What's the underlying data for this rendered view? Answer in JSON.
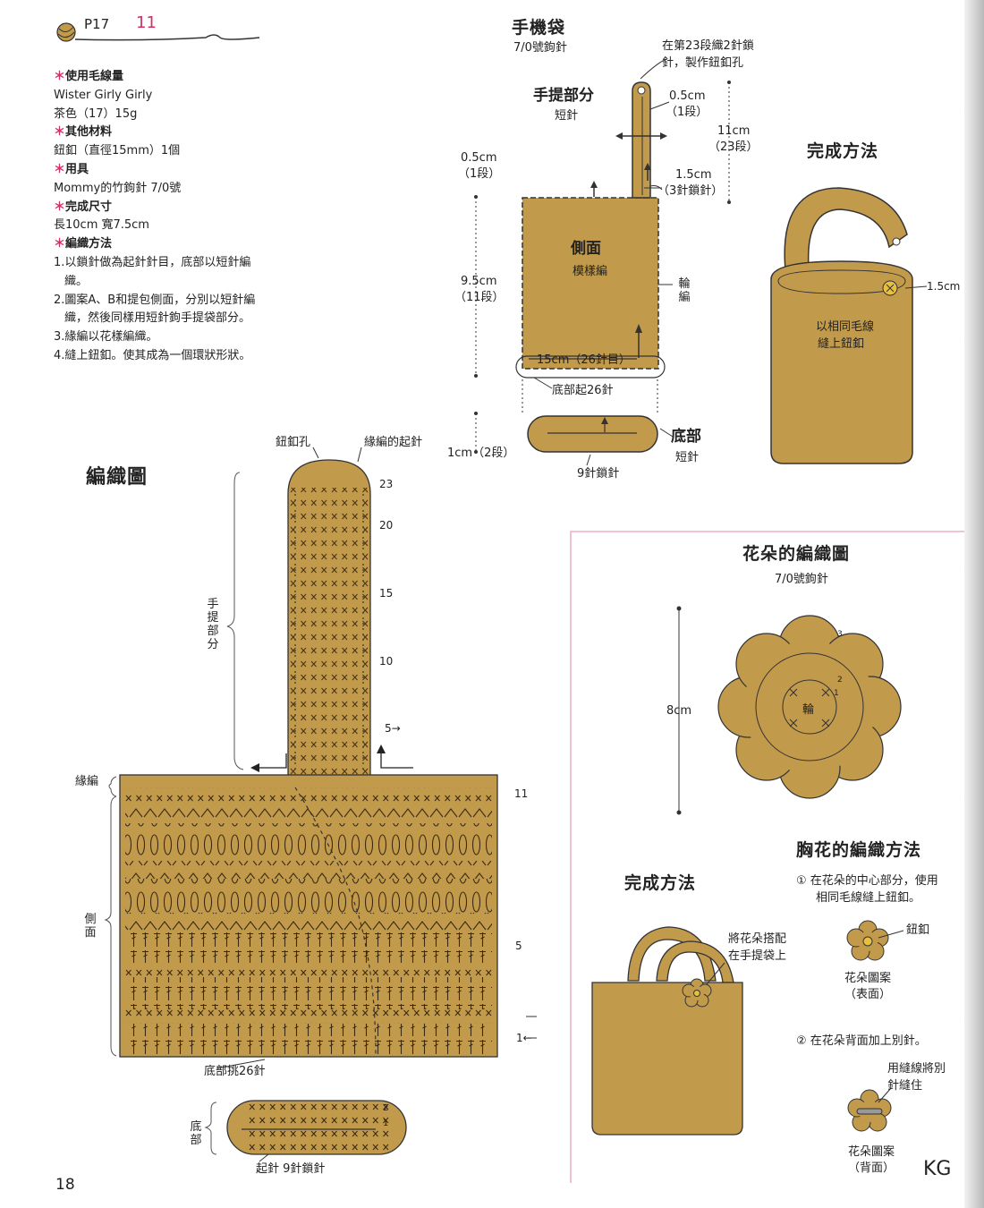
{
  "header": {
    "page_ref": "P17",
    "pattern_no": "11"
  },
  "materials": {
    "yarn_heading": "使用毛線量",
    "yarn_name": "Wister Girly Girly",
    "yarn_color": "茶色（17）15g",
    "other_heading": "其他材料",
    "other_item": "鈕釦（直徑15mm）1個",
    "tools_heading": "用具",
    "tools_item": "Mommy的竹鉤針 7/0號",
    "size_heading": "完成尺寸",
    "size_value": "長10cm 寬7.5cm",
    "method_heading": "編織方法",
    "steps": [
      "1.以鎖針做為起針針目，底部以短針編",
      "織。",
      "2.圖案A、B和提包側面，分別以短針編",
      "織，然後同樣用短針鉤手提袋部分。",
      "3.緣編以花樣編織。",
      "4.縫上鈕釦。使其成為一個環狀形狀。"
    ]
  },
  "schematic": {
    "title": "手機袋",
    "hook": "7/0號鉤針",
    "handle_title": "手提部分",
    "handle_stitch": "短針",
    "buttonhole_note_1": "在第23段織2針鎖",
    "buttonhole_note_2": "針，製作鈕釦孔",
    "dim_05_cm": "0.5cm",
    "dim_05_rows": "（1段）",
    "dim_11_cm": "11cm",
    "dim_11_rows": "（23段）",
    "dim_15_cm": "1.5cm",
    "dim_15_sts": "（3針鎖針）",
    "left_05_cm": "0.5cm",
    "left_05_rows": "（1段）",
    "left_95_cm": "9.5cm",
    "left_95_rows": "（11段）",
    "left_1_cm": "1cm（2段）",
    "side_title": "側面",
    "side_stitch": "模樣編",
    "round_label": "輪編",
    "width_label": "15cm（26針目）",
    "base_cast": "底部起26針",
    "base_title": "底部",
    "base_stitch": "短針",
    "base_chain": "9針鎖針"
  },
  "finish_top": {
    "title": "完成方法",
    "dim": "1.5cm",
    "note_1": "以相同毛線",
    "note_2": "縫上鈕釦"
  },
  "chart": {
    "title": "編織圖",
    "buttonhole": "鈕釦孔",
    "edge_start": "緣編的起針",
    "row_23": "23",
    "row_20": "20",
    "row_15": "15",
    "row_10": "10",
    "row_5_arrow": "5→",
    "row_11": "11",
    "row_5": "5",
    "row_1": "1←",
    "handle_label": "手提部分",
    "edge_label": "緣編",
    "side_label": "側面",
    "pickup": "底部挑26針",
    "base_label": "底部",
    "base_start": "起針 9針鎖針",
    "base_row_1": "1",
    "base_row_2": "2"
  },
  "flower": {
    "title": "花朵的編織圖",
    "hook": "7/0號鉤針",
    "size": "8cm",
    "center": "輪",
    "r1": "1",
    "r2": "2",
    "r3": "3"
  },
  "corsage": {
    "title": "胸花的編織方法",
    "step1_1": "① 在花朵的中心部分，使用",
    "step1_2": "相同毛線縫上鈕釦。",
    "button": "鈕釦",
    "face_1": "花朵圖案",
    "face_2": "（表面）",
    "step2": "② 在花朵背面加上別針。",
    "sew_1": "用縫線將別",
    "sew_2": "針縫住",
    "back_1": "花朵圖案",
    "back_2": "（背面）"
  },
  "finish_bottom": {
    "title": "完成方法",
    "note_1": "將花朵搭配",
    "note_2": "在手提袋上"
  },
  "footer": {
    "page_number": "18",
    "watermark": "KG"
  },
  "colors": {
    "fabric": "#c29a4c",
    "fabric_dark": "#8a6a2c",
    "accent": "#d0306a",
    "pink_rule": "#e8a0b8"
  }
}
